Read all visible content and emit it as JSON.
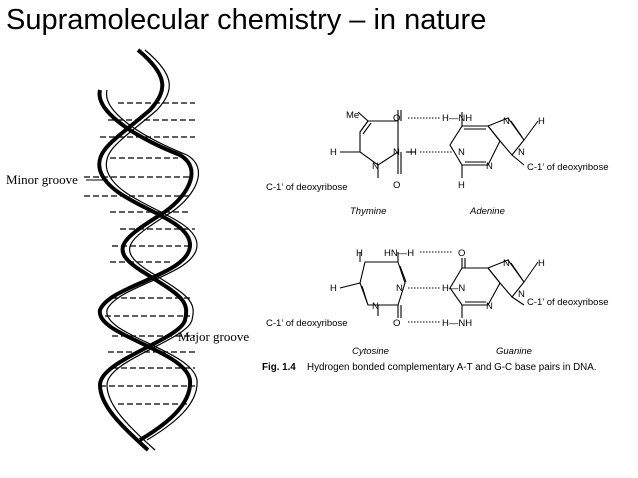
{
  "slide": {
    "title": "Supramolecular chemistry – in nature"
  },
  "helix": {
    "minor_groove_label": "Minor groove",
    "major_groove_label": "Major groove"
  },
  "at_pair": {
    "thymine": {
      "me": "Me",
      "o_top": "O",
      "h": "H",
      "n3": "N",
      "n1": "N",
      "o_bottom": "O",
      "sugar": "C-1’ of deoxyribose",
      "name": "Thymine"
    },
    "adenine": {
      "h_nh": "H—NH",
      "h_h": "H",
      "n1": "N",
      "n3": "N",
      "n7": "N",
      "n9": "N",
      "h2": "H",
      "h8": "H",
      "sugar": "C-1’ of deoxyribose",
      "name": "Adenine"
    }
  },
  "gc_pair": {
    "cytosine": {
      "h": "H",
      "hn": "HN—H",
      "h6": "H",
      "n3": "N",
      "n1": "N",
      "o": "O",
      "sugar": "C-1’ of deoxyribose",
      "name": "Cytosine"
    },
    "guanine": {
      "o": "O",
      "h_n1": "H—N",
      "h_nh": "H—NH",
      "n3": "N",
      "n7": "N",
      "n9": "N",
      "h8": "H",
      "sugar": "C-1’ of deoxyribose",
      "name": "Guanine"
    }
  },
  "caption": {
    "fig": "Fig. 1.4",
    "text": "Hydrogen bonded complementary A-T and G-C base pairs in DNA."
  }
}
